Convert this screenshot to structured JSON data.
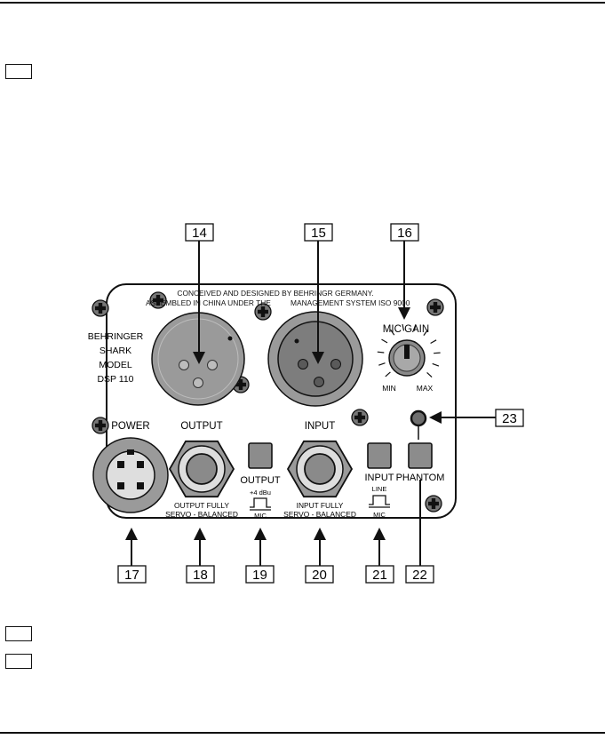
{
  "panel": {
    "header_line1": "CONCEIVED AND DESIGNED BY BEHRINGR GERMANY.",
    "header_line2a": "ASSEMBLED IN CHINA UNDER THE",
    "header_line2b": "MANAGEMENT SYSTEM ISO 9000",
    "brand": [
      "BEHRINGER",
      "SHARK",
      "MODEL",
      "DSP 110"
    ],
    "labels": {
      "power": "POWER",
      "output": "OUTPUT",
      "input": "INPUT",
      "mic_gain": "MIC GAIN",
      "min": "MIN",
      "max": "MAX",
      "output_switch": "OUTPUT",
      "output_level": "+4 dBu",
      "output_mic": "MIC",
      "output_jack_1": "OUTPUT FULLY",
      "output_jack_2": "SERVO - BALANCED",
      "input_jack_1": "INPUT FULLY",
      "input_jack_2": "SERVO - BALANCED",
      "input_switch": "INPUT",
      "input_line": "LINE",
      "input_mic": "MIC",
      "phantom": "PHANTOM"
    }
  },
  "callouts": {
    "c14": "14",
    "c15": "15",
    "c16": "16",
    "c17": "17",
    "c18": "18",
    "c19": "19",
    "c20": "20",
    "c21": "21",
    "c22": "22",
    "c23": "23"
  },
  "colors": {
    "panel_bg": "#ffffff",
    "xlr_grey": "#9a9a9a",
    "inner_grey": "#7d7d7d",
    "button_grey": "#8c8c8c",
    "ink": "#111111"
  }
}
